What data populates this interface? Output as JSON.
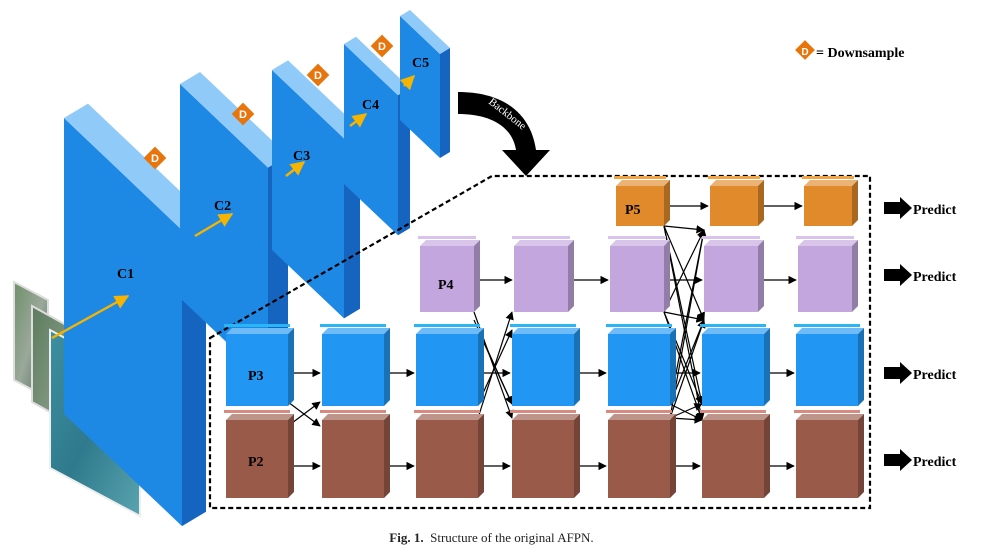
{
  "legend": {
    "symbol": "D",
    "text": "= Downsample"
  },
  "downsample_symbol": "D",
  "backbone": {
    "label": "Backbone",
    "stages": [
      "C1",
      "C2",
      "C3",
      "C4",
      "C5"
    ]
  },
  "pyramid": {
    "levels": [
      "P2",
      "P3",
      "P4",
      "P5"
    ],
    "output_label": "Predict"
  },
  "colors": {
    "backbone_front": "#1e88e5",
    "backbone_top": "#90caf9",
    "backbone_side": "#1565c0",
    "p2": "#9a5a4a",
    "p3": "#2196f3",
    "p4": "#c3a6dd",
    "p5": "#e08a2c",
    "arrow": "#f5b400"
  },
  "caption": {
    "label": "Fig. 1.",
    "text": "Structure of the original AFPN."
  }
}
